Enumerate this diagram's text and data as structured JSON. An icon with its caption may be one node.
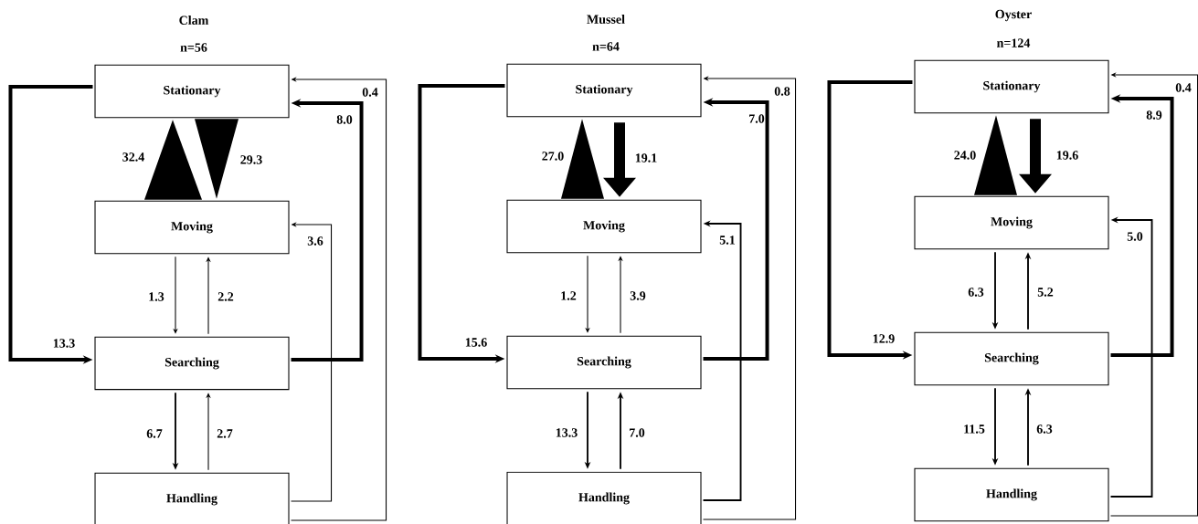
{
  "diagram": {
    "nodes": [
      {
        "text": [
          "Stationary"
        ]
      },
      {
        "text": [
          "Moving"
        ]
      },
      {
        "text": [
          "Searching"
        ]
      },
      {
        "text": [
          "Handling"
        ]
      },
      {
        "text": [
          "Stationary"
        ]
      },
      {
        "text": [
          "Moving"
        ]
      },
      {
        "text": [
          "Searching"
        ]
      },
      {
        "text": [
          "Handling"
        ]
      },
      {
        "text": [
          "Stationary"
        ]
      },
      {
        "text": [
          "Moving"
        ]
      },
      {
        "text": [
          "Searching"
        ]
      },
      {
        "text": [
          "Handling"
        ]
      }
    ],
    "edges": [
      {
        "from": 0,
        "to": 2,
        "arrow": "to",
        "label": "13.3",
        "style": "thick"
      },
      {
        "from": 2,
        "to": 0,
        "arrow": "to",
        "label": "8.0",
        "style": "thick"
      },
      {
        "from": 3,
        "to": 0,
        "arrow": "to",
        "label": "0.4"
      },
      {
        "from": 3,
        "to": 1,
        "arrow": "to",
        "label": "3.6"
      },
      {
        "from": 1,
        "to": 0,
        "arrow": "to",
        "label": "32.4",
        "style": "thick"
      },
      {
        "from": 0,
        "to": 1,
        "arrow": "to",
        "label": "29.3",
        "style": "thick"
      },
      {
        "from": 1,
        "to": 2,
        "arrow": "to",
        "label": "1.3"
      },
      {
        "from": 2,
        "to": 1,
        "arrow": "to",
        "label": "2.2"
      },
      {
        "from": 2,
        "to": 3,
        "arrow": "to",
        "label": "6.7"
      },
      {
        "from": 3,
        "to": 2,
        "arrow": "to",
        "label": "2.7"
      },
      {
        "from": 4,
        "to": 6,
        "arrow": "to",
        "label": "15.6",
        "style": "thick"
      },
      {
        "from": 6,
        "to": 4,
        "arrow": "to",
        "label": "7.0",
        "style": "thick"
      },
      {
        "from": 7,
        "to": 4,
        "arrow": "to",
        "label": "0.8"
      },
      {
        "from": 7,
        "to": 5,
        "arrow": "to",
        "label": "5.1"
      },
      {
        "from": 5,
        "to": 4,
        "arrow": "to",
        "label": "27.0",
        "style": "thick"
      },
      {
        "from": 4,
        "to": 5,
        "arrow": "to",
        "label": "19.1",
        "style": "thick"
      },
      {
        "from": 5,
        "to": 6,
        "arrow": "to",
        "label": "1.2"
      },
      {
        "from": 6,
        "to": 5,
        "arrow": "to",
        "label": "3.9"
      },
      {
        "from": 6,
        "to": 7,
        "arrow": "to",
        "label": "13.3"
      },
      {
        "from": 7,
        "to": 6,
        "arrow": "to",
        "label": "7.0"
      },
      {
        "from": 8,
        "to": 10,
        "arrow": "to",
        "label": "12.9",
        "style": "thick"
      },
      {
        "from": 10,
        "to": 8,
        "arrow": "to",
        "label": "8.9",
        "style": "thick"
      },
      {
        "from": 11,
        "to": 8,
        "arrow": "to",
        "label": "0.4"
      },
      {
        "from": 11,
        "to": 9,
        "arrow": "to",
        "label": "5.0"
      },
      {
        "from": 9,
        "to": 8,
        "arrow": "to",
        "label": "24.0",
        "style": "thick"
      },
      {
        "from": 8,
        "to": 9,
        "arrow": "to",
        "label": "19.6",
        "style": "thick"
      },
      {
        "from": 9,
        "to": 10,
        "arrow": "to",
        "label": "6.3"
      },
      {
        "from": 10,
        "to": 9,
        "arrow": "to",
        "label": "5.2"
      },
      {
        "from": 10,
        "to": 11,
        "arrow": "to",
        "label": "11.5"
      },
      {
        "from": 11,
        "to": 10,
        "arrow": "to",
        "label": "6.3"
      }
    ],
    "labels": [
      "Clam",
      "n=56",
      "Mussel",
      "n=64",
      "Oyster",
      "n=124"
    ]
  }
}
